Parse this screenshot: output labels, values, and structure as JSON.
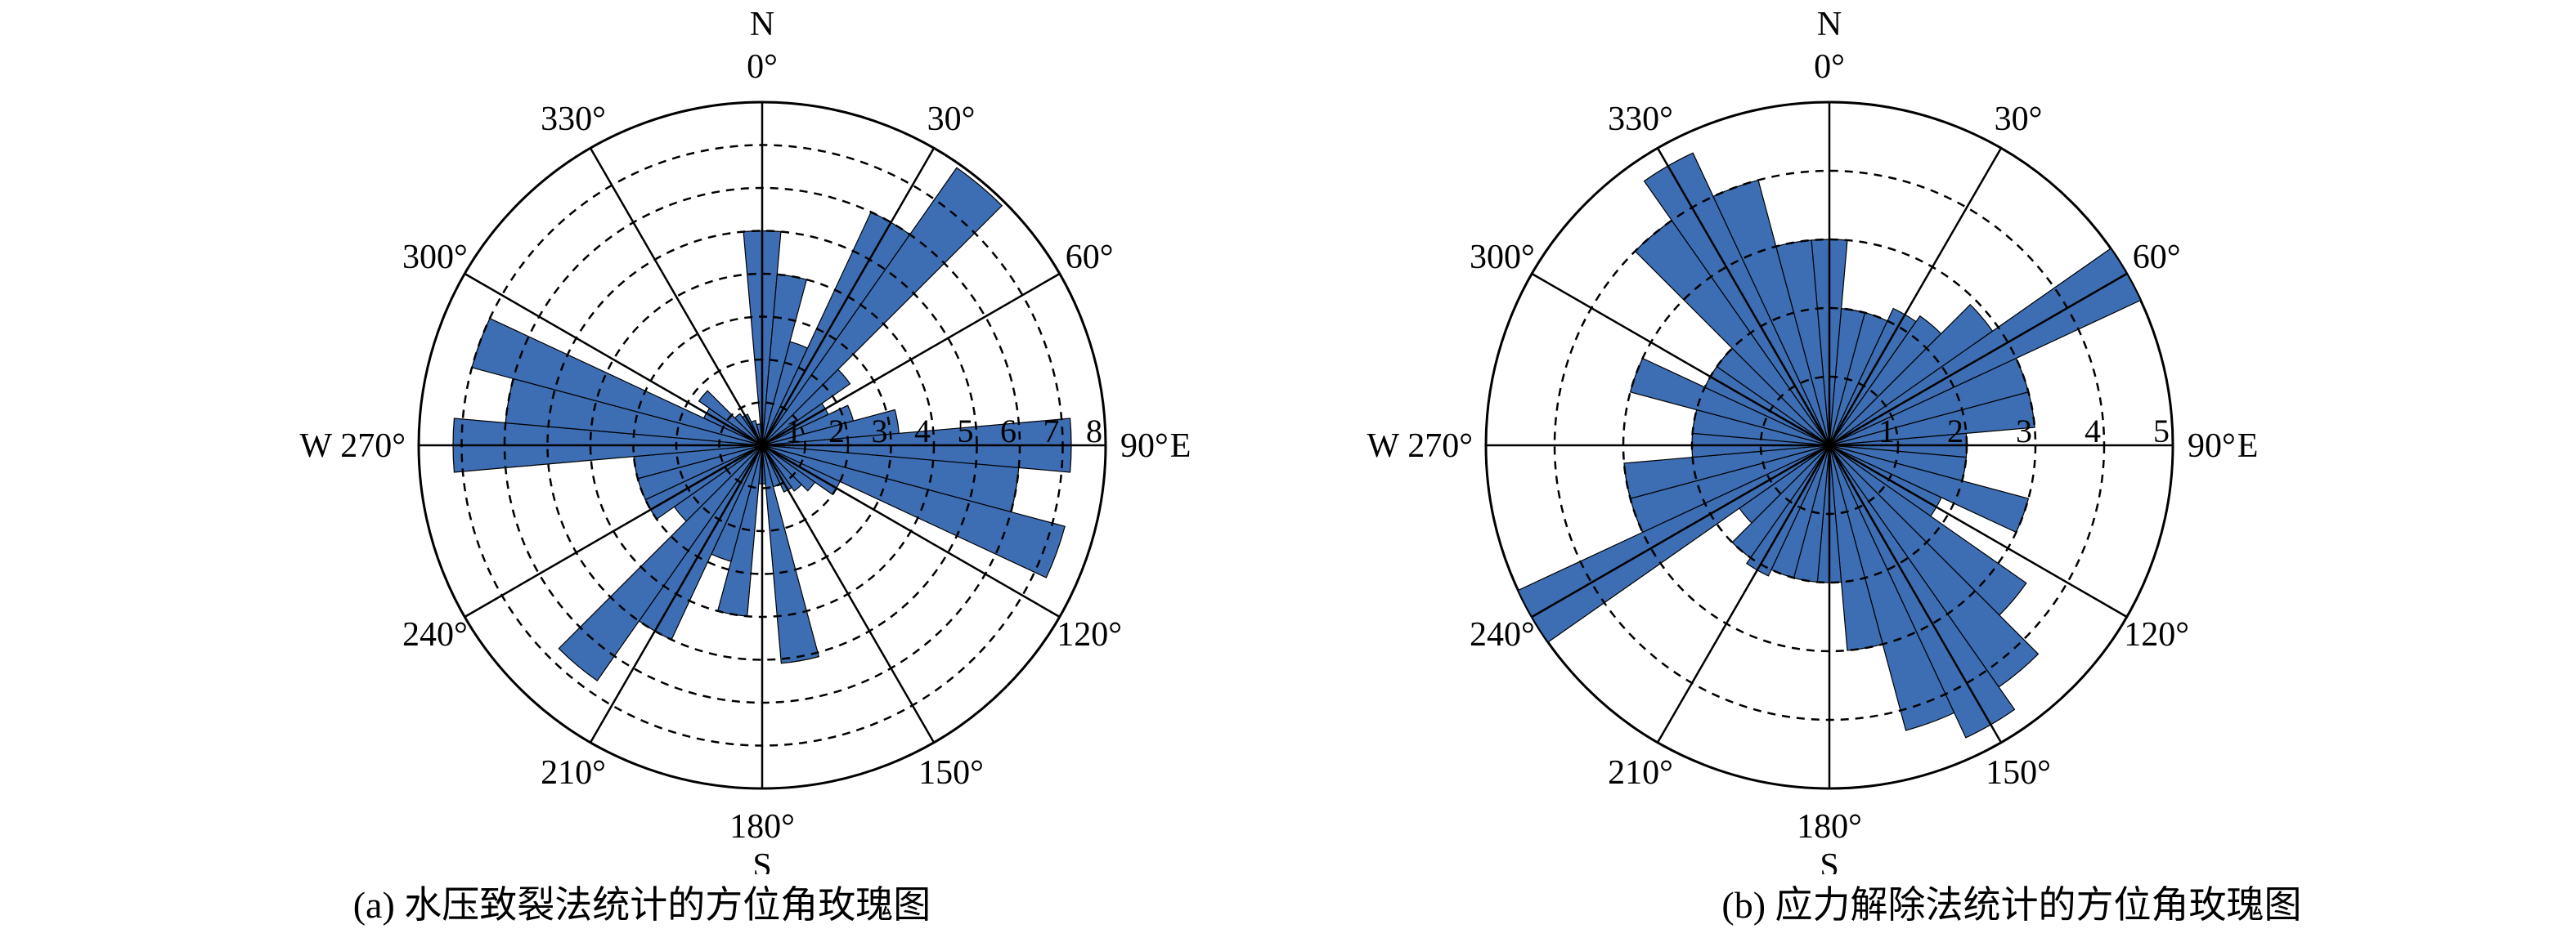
{
  "chart_data": [
    {
      "type": "rose",
      "caption": "(a) 水压致裂法统计的方位角玫瑰图",
      "compass": {
        "north": "N",
        "south": "S",
        "east": "E",
        "west": "W"
      },
      "angle_ticks": [
        "0°",
        "30°",
        "60°",
        "90°",
        "120°",
        "150°",
        "180°",
        "210°",
        "240°",
        "270°",
        "300°",
        "330°"
      ],
      "radial_ticks": [
        1,
        2,
        3,
        4,
        5,
        6,
        7,
        8
      ],
      "rlim": [
        0,
        8
      ],
      "bin_width_deg": 10,
      "grid": "dashed rings",
      "bar_color": "#3d6db3",
      "bins": [
        {
          "az": 0,
          "r": 5.0
        },
        {
          "az": 10,
          "r": 4.0
        },
        {
          "az": 20,
          "r": 2.5
        },
        {
          "az": 30,
          "r": 6.0
        },
        {
          "az": 40,
          "r": 7.9
        },
        {
          "az": 50,
          "r": 2.5
        },
        {
          "az": 60,
          "r": 1.7
        },
        {
          "az": 70,
          "r": 2.2
        },
        {
          "az": 80,
          "r": 3.2
        },
        {
          "az": 90,
          "r": 7.2
        },
        {
          "az": 100,
          "r": 6.0
        },
        {
          "az": 110,
          "r": 7.3
        },
        {
          "az": 120,
          "r": 2.0
        },
        {
          "az": 130,
          "r": 1.5
        },
        {
          "az": 140,
          "r": 1.3
        },
        {
          "az": 150,
          "r": 1.2
        },
        {
          "az": 160,
          "r": 1.0
        },
        {
          "az": 170,
          "r": 5.1
        },
        {
          "az": 180,
          "r": 0.9
        },
        {
          "az": 190,
          "r": 4.0
        },
        {
          "az": 200,
          "r": 2.8
        },
        {
          "az": 210,
          "r": 5.0
        },
        {
          "az": 220,
          "r": 6.7
        },
        {
          "az": 230,
          "r": 2.5
        },
        {
          "az": 240,
          "r": 3.0
        },
        {
          "az": 250,
          "r": 3.0
        },
        {
          "az": 260,
          "r": 3.0
        },
        {
          "az": 270,
          "r": 7.2
        },
        {
          "az": 280,
          "r": 6.0
        },
        {
          "az": 290,
          "r": 7.0
        },
        {
          "az": 300,
          "r": 1.5
        },
        {
          "az": 310,
          "r": 1.8
        },
        {
          "az": 320,
          "r": 0.9
        },
        {
          "az": 330,
          "r": 0.8
        },
        {
          "az": 340,
          "r": 0.6
        },
        {
          "az": 350,
          "r": 0.5
        }
      ]
    },
    {
      "type": "rose",
      "caption": "(b) 应力解除法统计的方位角玫瑰图",
      "compass": {
        "north": "N",
        "south": "S",
        "east": "E",
        "west": "W"
      },
      "angle_ticks": [
        "0°",
        "30°",
        "60°",
        "90°",
        "120°",
        "150°",
        "180°",
        "210°",
        "240°",
        "270°",
        "300°",
        "330°"
      ],
      "radial_ticks": [
        1,
        2,
        3,
        4,
        5
      ],
      "rlim": [
        0,
        5
      ],
      "bin_width_deg": 10,
      "grid": "dashed rings",
      "bar_color": "#3d6db3",
      "bins": [
        {
          "az": 0,
          "r": 3.0
        },
        {
          "az": 10,
          "r": 2.0
        },
        {
          "az": 20,
          "r": 2.0
        },
        {
          "az": 30,
          "r": 2.2
        },
        {
          "az": 40,
          "r": 2.3
        },
        {
          "az": 50,
          "r": 2.9
        },
        {
          "az": 60,
          "r": 5.0
        },
        {
          "az": 70,
          "r": 3.0
        },
        {
          "az": 80,
          "r": 3.0
        },
        {
          "az": 90,
          "r": 2.0
        },
        {
          "az": 100,
          "r": 2.0
        },
        {
          "az": 110,
          "r": 3.0
        },
        {
          "az": 120,
          "r": 1.8
        },
        {
          "az": 130,
          "r": 3.5
        },
        {
          "az": 140,
          "r": 4.3
        },
        {
          "az": 150,
          "r": 4.7
        },
        {
          "az": 160,
          "r": 4.3
        },
        {
          "az": 170,
          "r": 3.0
        },
        {
          "az": 180,
          "r": 2.0
        },
        {
          "az": 190,
          "r": 2.0
        },
        {
          "az": 200,
          "r": 2.0
        },
        {
          "az": 210,
          "r": 2.1
        },
        {
          "az": 220,
          "r": 2.0
        },
        {
          "az": 230,
          "r": 1.6
        },
        {
          "az": 240,
          "r": 5.0
        },
        {
          "az": 250,
          "r": 3.0
        },
        {
          "az": 260,
          "r": 3.0
        },
        {
          "az": 270,
          "r": 2.0
        },
        {
          "az": 280,
          "r": 2.0
        },
        {
          "az": 290,
          "r": 3.0
        },
        {
          "az": 300,
          "r": 2.0
        },
        {
          "az": 310,
          "r": 2.0
        },
        {
          "az": 320,
          "r": 4.0
        },
        {
          "az": 330,
          "r": 4.7
        },
        {
          "az": 340,
          "r": 4.0
        },
        {
          "az": 350,
          "r": 3.0
        }
      ]
    }
  ]
}
